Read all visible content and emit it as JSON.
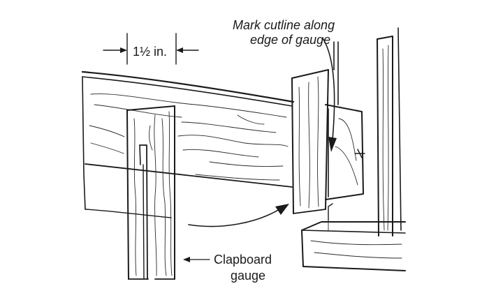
{
  "labels": {
    "dimension": "1½ in.",
    "mark_line1": "Mark cutline along",
    "mark_line2": "edge of gauge",
    "gauge_line1": "Clapboard",
    "gauge_line2": "gauge"
  },
  "colors": {
    "ink": "#1a1a1a",
    "background": "#ffffff"
  }
}
